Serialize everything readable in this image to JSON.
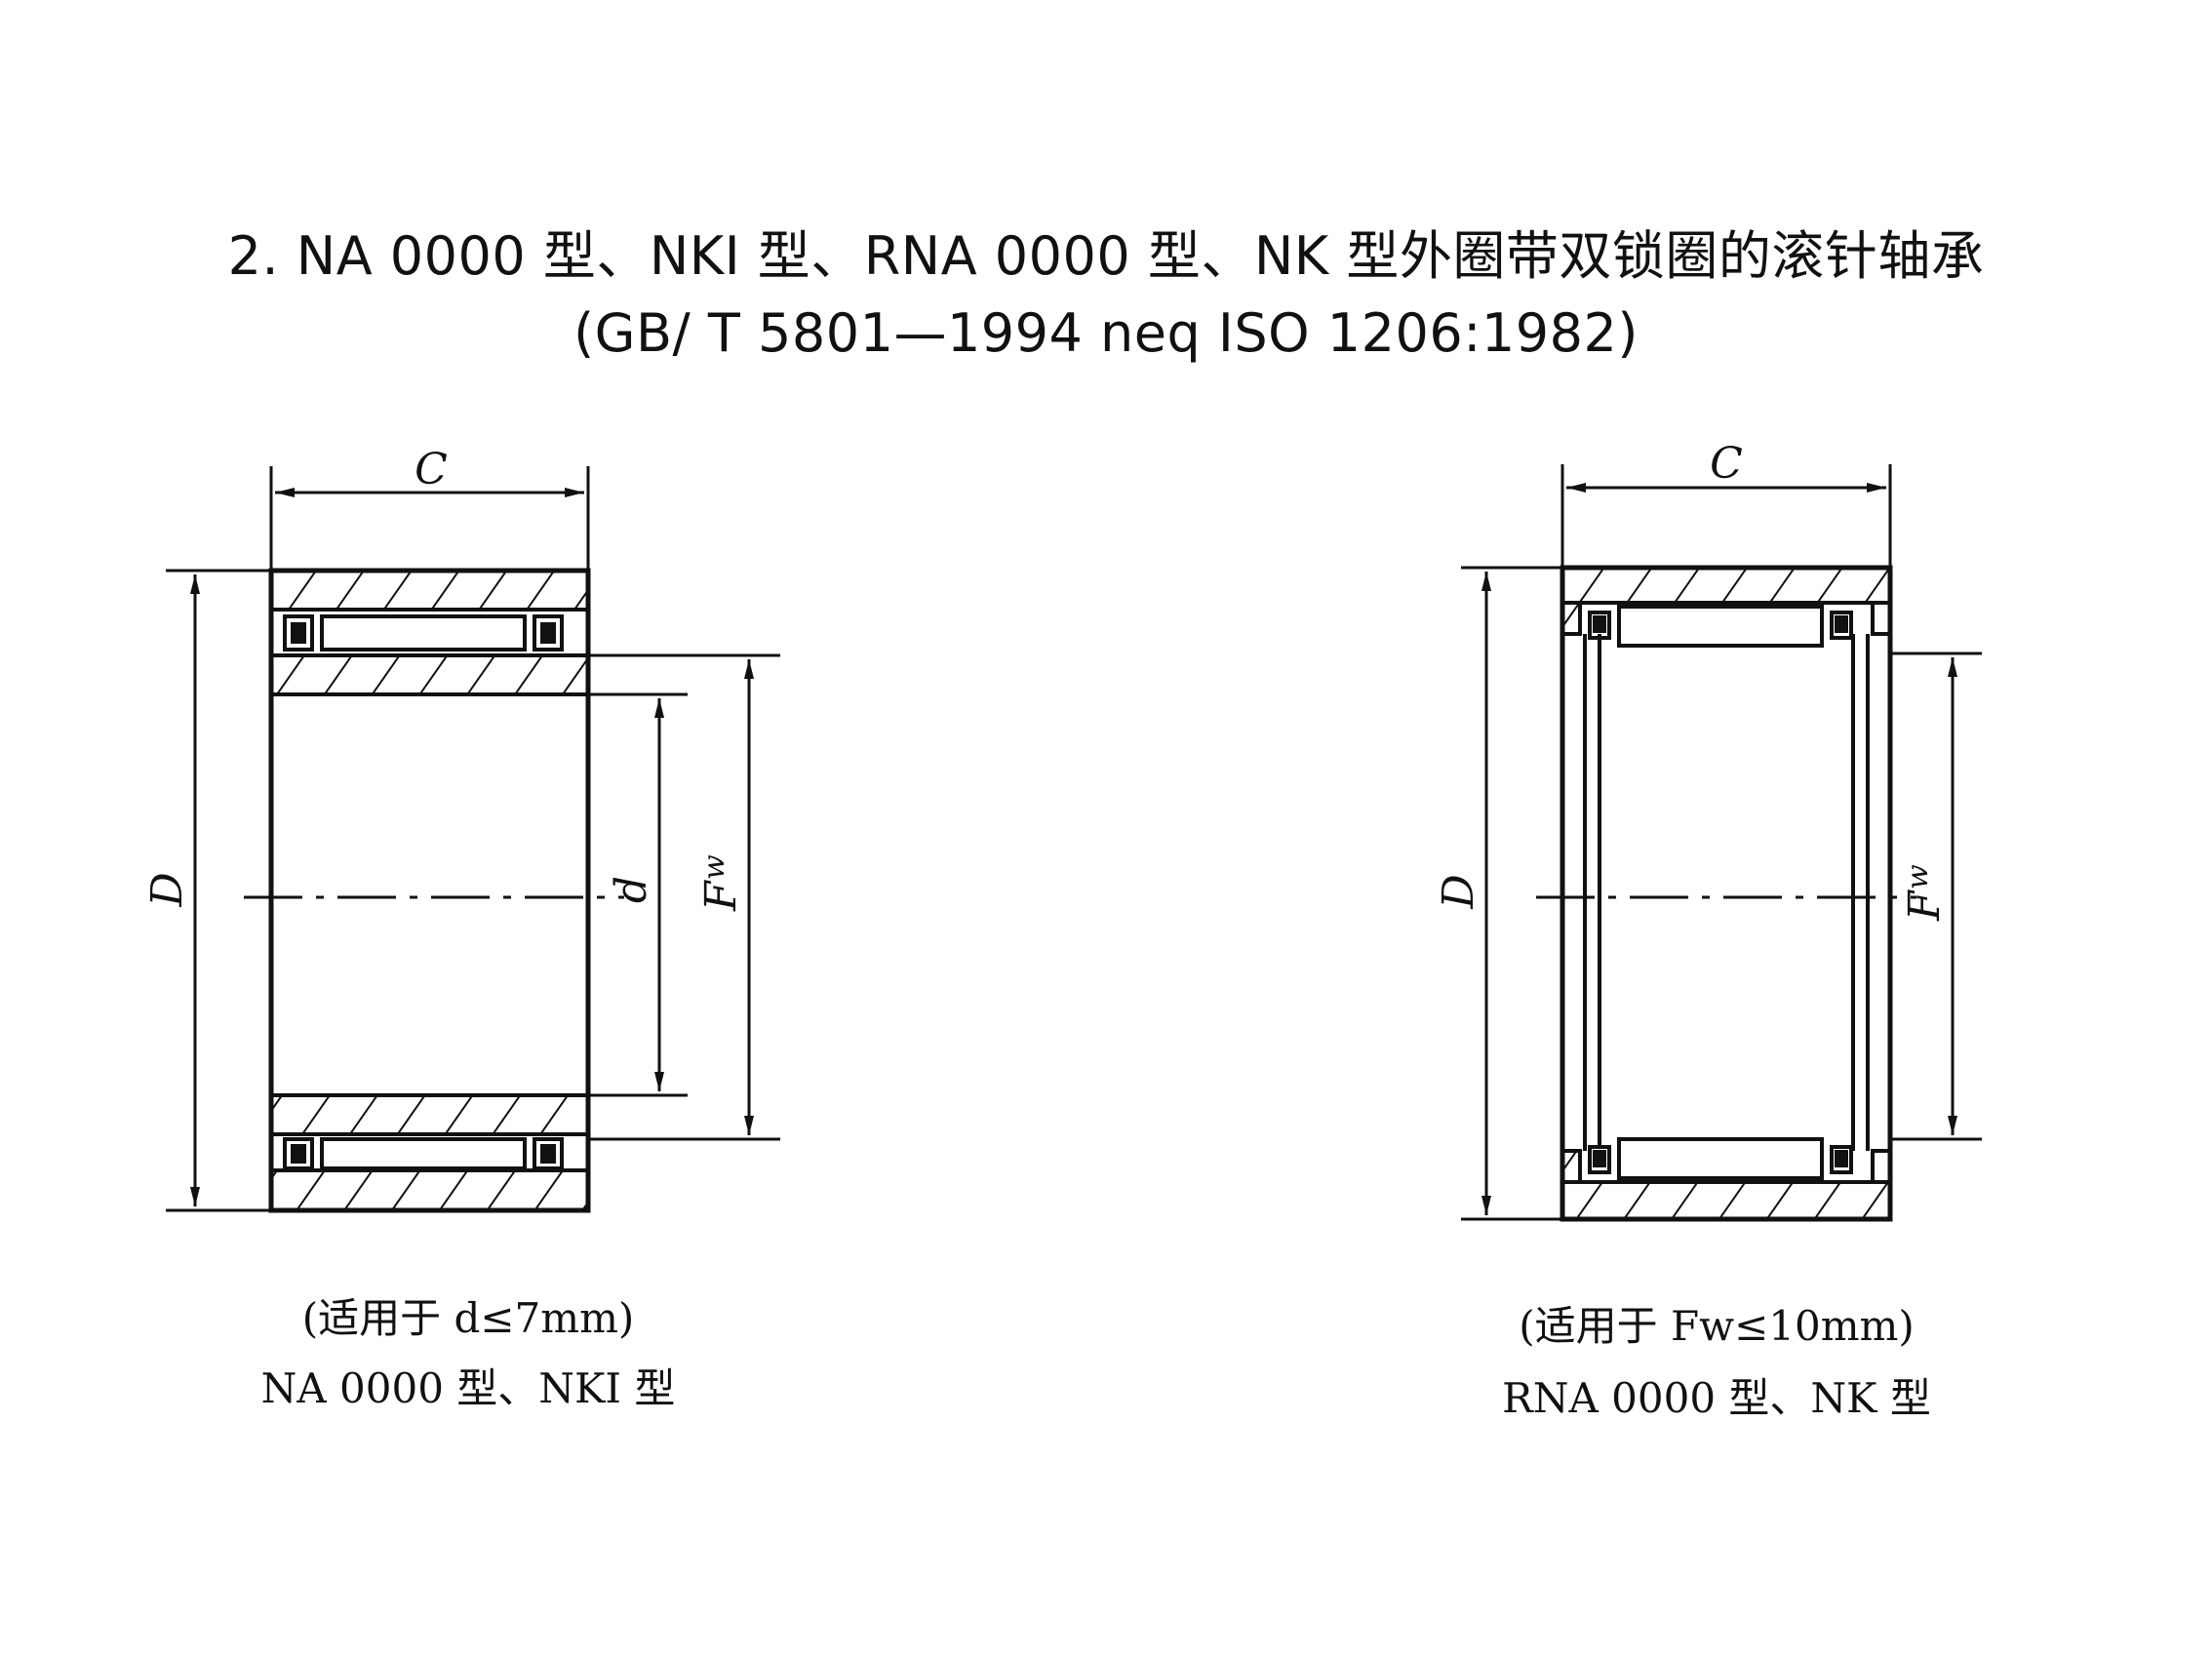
{
  "title": {
    "line1": "2. NA 0000 型、NKI 型、RNA 0000 型、NK 型外圈带双锁圈的滚针轴承",
    "line2": "(GB/ T 5801—1994    neq ISO 1206:1982)"
  },
  "figures": [
    {
      "condition": "(适用于 d≤7mm)",
      "types": "NA 0000 型、NKI 型",
      "labels": {
        "C": "C",
        "D": "D",
        "d": "d",
        "F": "F",
        "w": "w"
      }
    },
    {
      "condition": "(适用于 Fw≤10mm)",
      "types": "RNA 0000 型、NK 型",
      "labels": {
        "C": "C",
        "D": "D",
        "F": "F",
        "w": "w"
      }
    }
  ]
}
